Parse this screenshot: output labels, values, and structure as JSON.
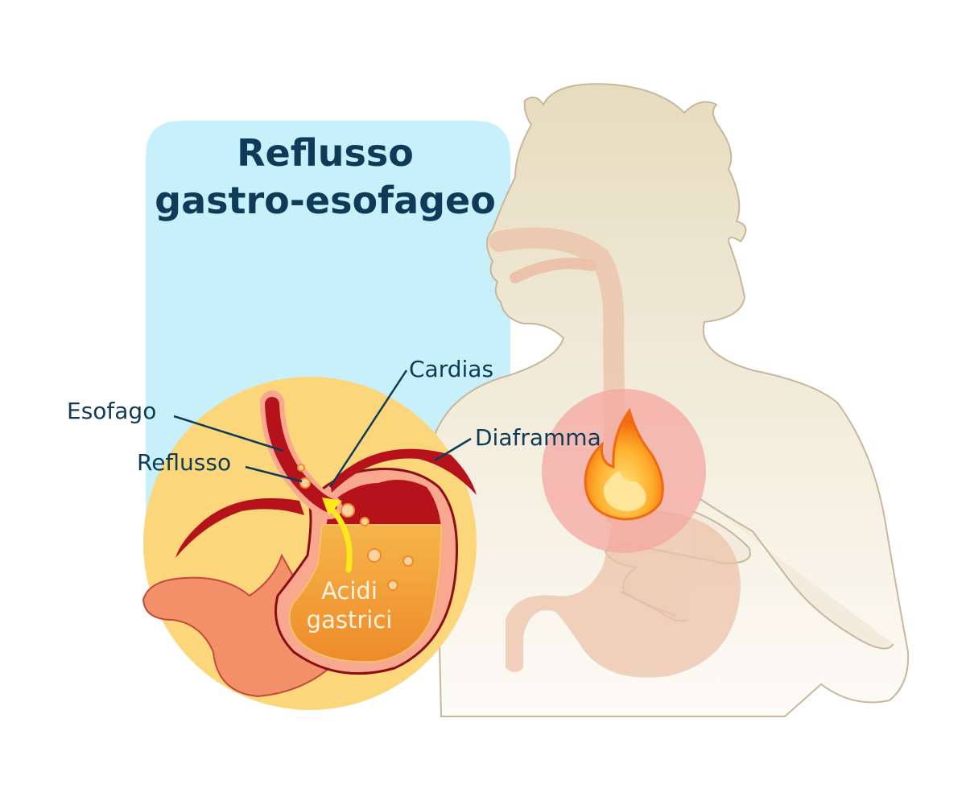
{
  "title": {
    "line1": "Reflusso",
    "line2": "gastro-esofageo"
  },
  "labels": {
    "cardias": "Cardias",
    "esofago": "Esofago",
    "diaframma": "Diaframma",
    "reflusso": "Reflusso",
    "acidi_line1": "Acidi",
    "acidi_line2": "gastrici"
  },
  "colors": {
    "title_panel": "#c8f0fa",
    "circle": "#fbd67a",
    "text": "#0e3b57",
    "muscle": "#b5121b",
    "acid": "#f0a030",
    "body": "#e9dfc4"
  }
}
